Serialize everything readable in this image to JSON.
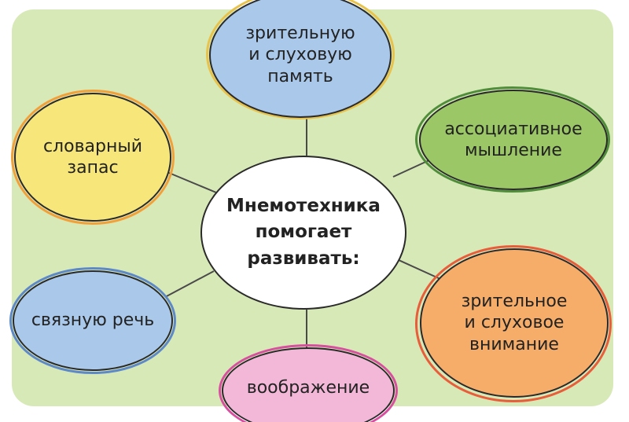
{
  "diagram": {
    "center_text": "Мнемотехника\nпомогает\nразвивать:",
    "nodes": [
      {
        "id": "visual-auditory-memory",
        "text": "зрительную\nи слуховую\nпамять",
        "color": "#a9c8ea",
        "ring": "#e7c24c"
      },
      {
        "id": "associative-thinking",
        "text": "ассоциативное\nмышление",
        "color": "#9bc766",
        "ring": "#4f8d3a"
      },
      {
        "id": "visual-auditory-attention",
        "text": "зрительное\nи слуховое\nвнимание",
        "color": "#f6ad6a",
        "ring": "#e85d3a"
      },
      {
        "id": "imagination",
        "text": "воображение",
        "color": "#f3b8d8",
        "ring": "#d84f9f"
      },
      {
        "id": "connected-speech",
        "text": "связную речь",
        "color": "#a9c8ea",
        "ring": "#5e89c8"
      },
      {
        "id": "vocabulary",
        "text": "словарный\nзапас",
        "color": "#f7e77a",
        "ring": "#f2a13a"
      }
    ]
  }
}
